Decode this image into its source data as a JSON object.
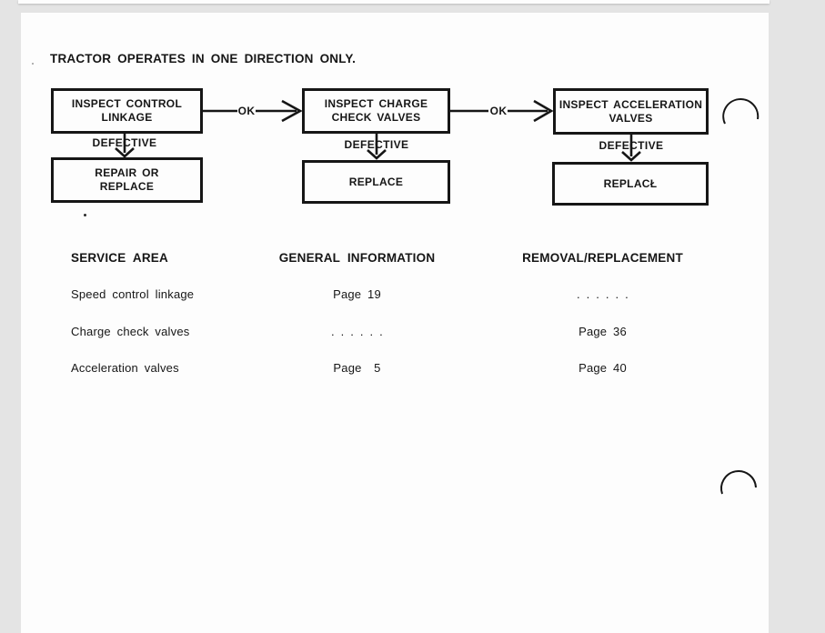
{
  "document": {
    "title": "TRACTOR OPERATES IN ONE DIRECTION ONLY."
  },
  "flowchart": {
    "ok_label": "OK",
    "steps": [
      {
        "inspect_line1": "INSPECT CONTROL",
        "inspect_line2": "LINKAGE",
        "branch": "DEFECTIVE",
        "action_line1": "REPAIR OR",
        "action_line2": "REPLACE"
      },
      {
        "inspect_line1": "INSPECT CHARGE",
        "inspect_line2": "CHECK VALVES",
        "branch": "DEFECTIVE",
        "action_line1": "REPLACE",
        "action_line2": ""
      },
      {
        "inspect_line1": "INSPECT ACCELERATION",
        "inspect_line2": "VALVES",
        "branch": "DEFECTIVE",
        "action_line1": "REPLACŁ",
        "action_line2": ""
      }
    ]
  },
  "table": {
    "headers": [
      "SERVICE AREA",
      "GENERAL INFORMATION",
      "REMOVAL/REPLACEMENT"
    ],
    "rows": [
      {
        "service_area": "Speed control linkage",
        "general_information": "Page 19",
        "removal_replacement": ". . . . . ."
      },
      {
        "service_area": "Charge check valves",
        "general_information": ". . . . . .",
        "removal_replacement": "Page 36"
      },
      {
        "service_area": "Acceleration valves",
        "general_information": "Page  5",
        "removal_replacement": "Page 40"
      }
    ]
  },
  "colors": {
    "paper": "#fdfdfd",
    "background": "#e4e4e4",
    "ink": "#161616"
  }
}
